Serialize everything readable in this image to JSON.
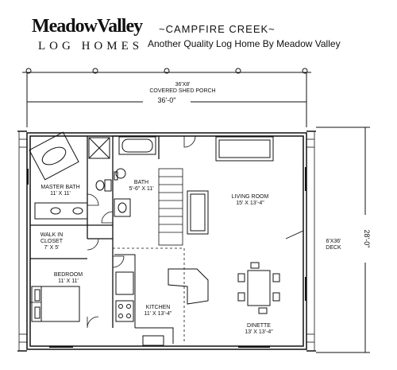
{
  "header": {
    "brand": "MeadowValley",
    "brand_sub": "LOG HOMES",
    "title": "~CAMPFIRE CREEK~",
    "subtitle": "Another Quality Log Home By Meadow Valley"
  },
  "porch": {
    "size": "36'X8'",
    "name": "COVERED SHED PORCH"
  },
  "dims": {
    "width": "36'-0\"",
    "depth": "28'-0\""
  },
  "deck": {
    "size": "6'X36'",
    "name": "DECK"
  },
  "rooms": {
    "master_bath": {
      "name": "MASTER BATH",
      "size": "11' X 11'"
    },
    "bath": {
      "name": "BATH",
      "size": "5'-6\" X 11'"
    },
    "living": {
      "name": "LIVING ROOM",
      "size": "15' X 13'-4\""
    },
    "closet": {
      "name1": "WALK IN",
      "name2": "CLOSET",
      "size": "7' X 5'"
    },
    "bedroom": {
      "name": "BEDROOM",
      "size": "11' X 11'"
    },
    "kitchen": {
      "name": "KITCHEN",
      "size": "11' X 13'-4\""
    },
    "dinette": {
      "name": "DINETTE",
      "size": "13' X 13'-4\""
    }
  }
}
